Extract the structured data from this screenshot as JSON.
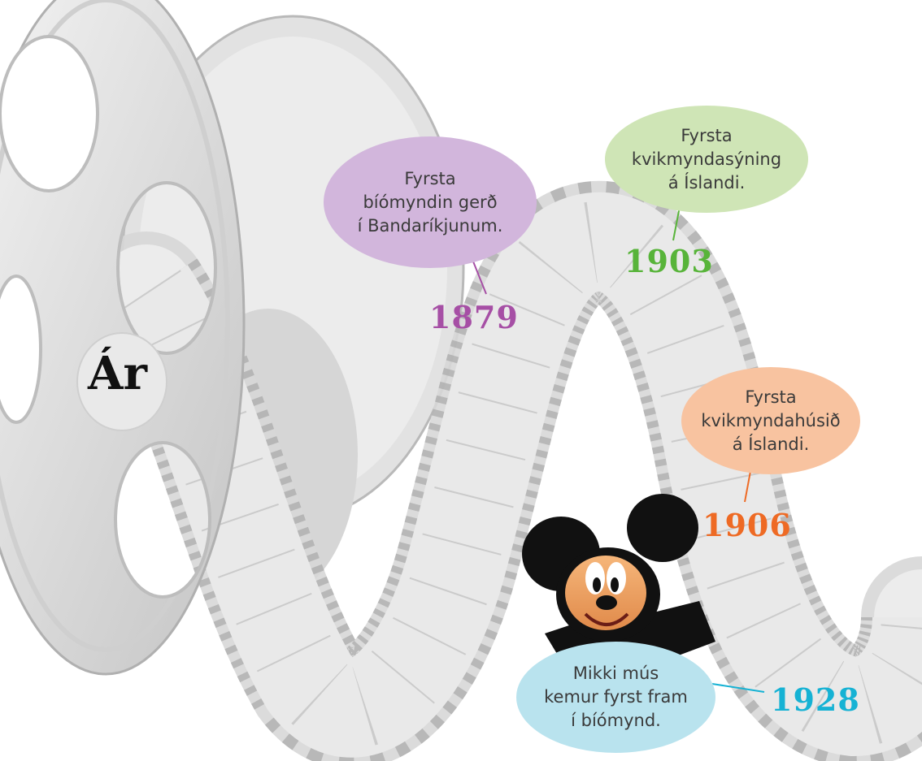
{
  "reel_label": "Ár",
  "events": [
    {
      "year": "1879",
      "lines": [
        "Fyrsta",
        "bíómyndin gerð",
        "í Bandaríkjunum."
      ],
      "bubble_color": "#d2b6dc",
      "year_color": "#a64fa5"
    },
    {
      "year": "1903",
      "lines": [
        "Fyrsta",
        "kvikmyndasýning",
        "á Íslandi."
      ],
      "bubble_color": "#cfe5b6",
      "year_color": "#58b43a"
    },
    {
      "year": "1906",
      "lines": [
        "Fyrsta",
        "kvikmyndahúsið",
        "á Íslandi."
      ],
      "bubble_color": "#f8c3a0",
      "year_color": "#ee6a24"
    },
    {
      "year": "1928",
      "lines": [
        "Mikki mús",
        "kemur fyrst fram",
        "í bíómynd."
      ],
      "bubble_color": "#b9e3ee",
      "year_color": "#16b2d4"
    }
  ],
  "icons": [
    "film-reel-icon",
    "film-strip",
    "mickey-mouse-figure"
  ]
}
